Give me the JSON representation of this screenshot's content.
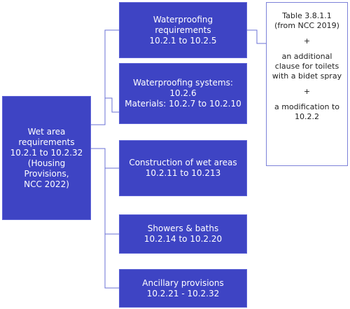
{
  "root": {
    "text": "Wet area\nrequirements\n10.2.1 to 10.2.32\n(Housing Provisions,\nNCC 2022)"
  },
  "branches": [
    {
      "text": "Waterproofing requirements\n10.2.1 to 10.2.5"
    },
    {
      "text": "Waterproofing systems: 10.2.6\nMaterials: 10.2.7 to 10.2.10"
    },
    {
      "text": "Construction of wet areas\n10.2.11 to 10.213"
    },
    {
      "text": "Showers & baths\n10.2.14 to 10.2.20"
    },
    {
      "text": "Ancillary provisions\n10.2.21 - 10.2.32"
    }
  ],
  "note": {
    "line1": "Table 3.8.1.1 (from NCC 2019)",
    "plus1": "+",
    "line2": "an additional clause for toilets with a bidet spray",
    "plus2": "+",
    "line3": "a modification to 10.2.2"
  },
  "colors": {
    "box_fill": "#3e44c4",
    "connector": "#6a70d4",
    "note_border": "#7d82d8"
  }
}
